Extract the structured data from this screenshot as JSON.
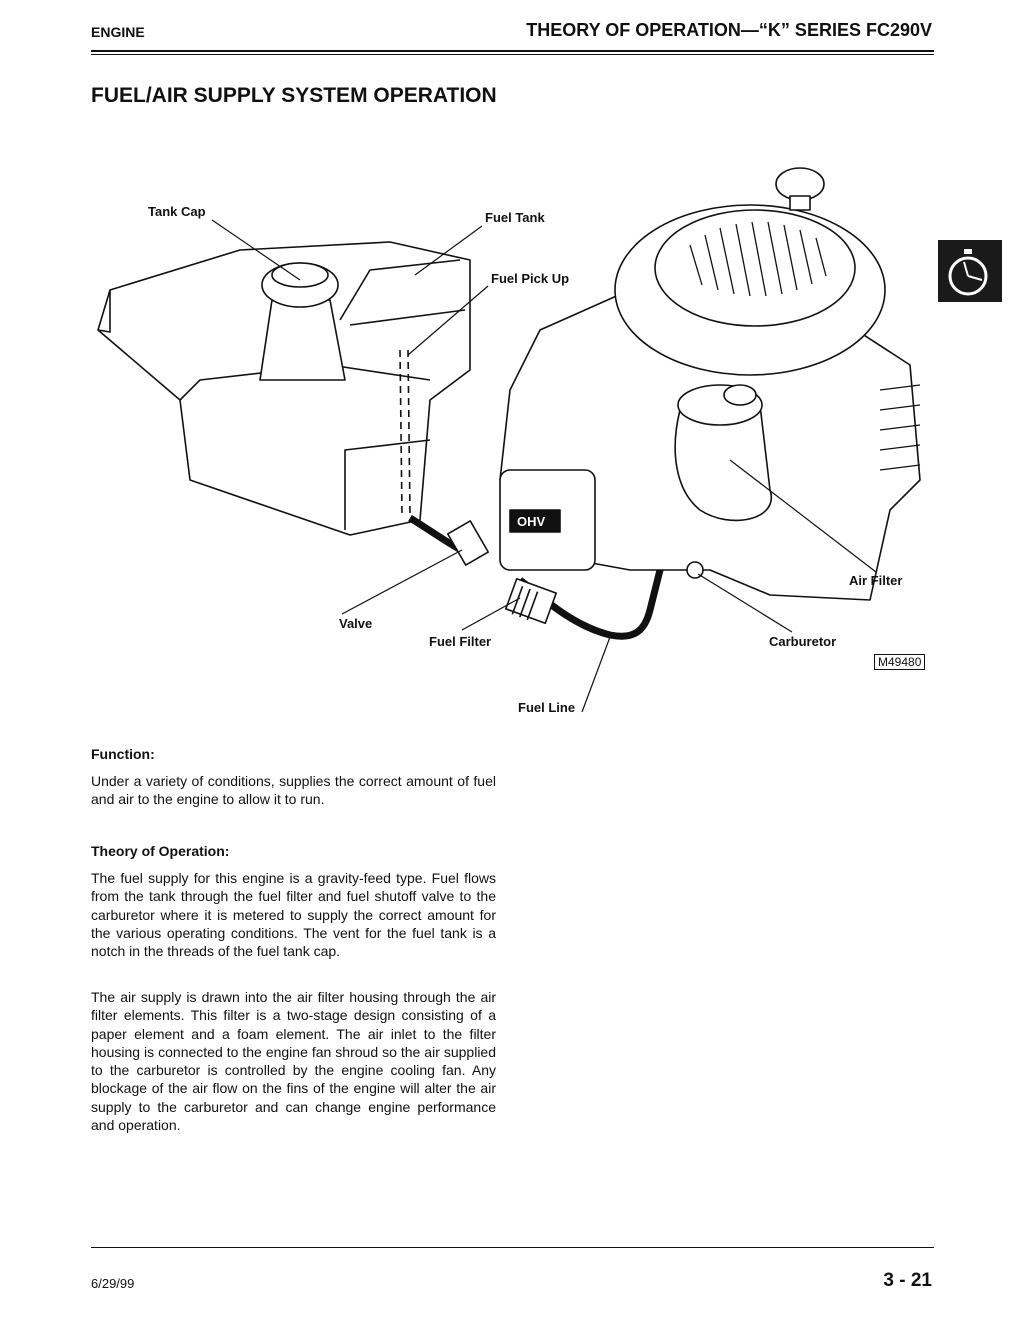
{
  "header": {
    "section": "ENGINE",
    "chapter": "THEORY OF OPERATION—“K” SERIES FC290V"
  },
  "page_title": "FUEL/AIR SUPPLY SYSTEM OPERATION",
  "figure": {
    "callouts": {
      "tank_cap": "Tank Cap",
      "fuel_tank": "Fuel Tank",
      "fuel_pick_up": "Fuel Pick Up",
      "air_filter": "Air Filter",
      "valve": "Valve",
      "fuel_filter": "Fuel Filter",
      "carburetor": "Carburetor",
      "fuel_line": "Fuel Line"
    },
    "id": "M49480",
    "engine_badge": "OHV"
  },
  "function": {
    "heading": "Function:",
    "text": "Under a variety of conditions, supplies the correct amount of fuel and air to the engine to allow it to run."
  },
  "theory": {
    "heading": "Theory of Operation:",
    "para1": "The fuel supply for this engine is a gravity-feed type. Fuel flows from the tank through the fuel filter and fuel shutoff valve to the carburetor where it is metered to supply the correct amount for the various operating conditions. The vent for the fuel tank is a notch in the threads of the fuel tank cap.",
    "para2": "The air supply is drawn into the air filter housing through the air filter elements. This filter is a two-stage design consisting of a paper element and a foam element. The air inlet to the filter housing is connected to the engine fan shroud so the air supplied to the carburetor is controlled by the engine cooling fan. Any blockage of the air flow on the fins of the engine will alter the air supply to the carburetor and can change engine performance and operation."
  },
  "footer": {
    "date": "6/29/99",
    "page": "3 - 21"
  },
  "tab_icon": "stopwatch-icon"
}
